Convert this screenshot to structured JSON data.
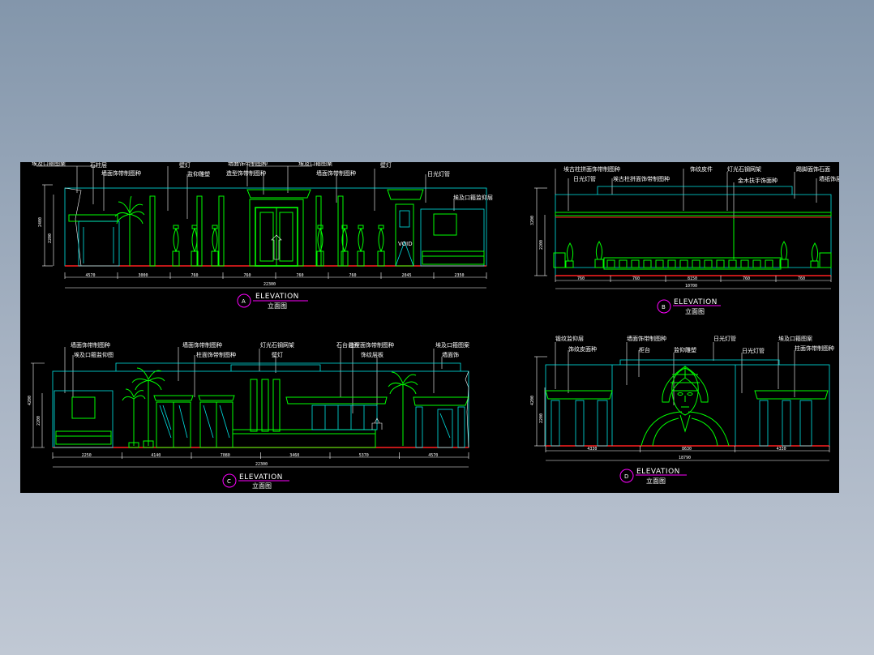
{
  "colors": {
    "background": "#000000",
    "primary_line": "#00ff00",
    "secondary_line": "#00e5e5",
    "annotation": "#ffffff",
    "floor_line": "#ff2020",
    "title_circle": "#ff00ff"
  },
  "panels": {
    "a": {
      "tag": "A",
      "title": "ELEVATION",
      "subtitle": "立面图",
      "labels": [
        "埃及口箍图案",
        "石柱层",
        "墙面饰带制图种",
        "壁灯",
        "监仰雕塑",
        "墙面饰带制图种",
        "造型饰带制图种",
        "埃及口箍图案",
        "墙面饰带制图种",
        "壁灯",
        "日光灯管",
        "埃及口箍监仰层"
      ],
      "dims_top": [
        "4570",
        "3000",
        "760",
        "760",
        "760",
        "760",
        "2045",
        "2350"
      ],
      "dim_total": "22300",
      "void_text": "VOID"
    },
    "b": {
      "tag": "B",
      "title": "ELEVATION",
      "subtitle": "立面图",
      "labels": [
        "埃古柱拼面饰带制图种",
        "日光灯管",
        "埃古柱拼面饰带制图种",
        "饰纹皮件",
        "灯光石钢网架",
        "金木扶手饰面种",
        "踢脚面饰石面",
        "墙纸饰层"
      ],
      "dims_top": [
        "760",
        "760",
        "8150",
        "760",
        "760"
      ],
      "dim_total": "10700"
    },
    "c": {
      "tag": "C",
      "title": "ELEVATION",
      "subtitle": "立面图",
      "labels": [
        "墙面饰带制图种",
        "埃及口箍监仰图",
        "墙面饰带制图种",
        "柱面饰带制图种",
        "灯光石钢网架",
        "壁灯",
        "石台台面",
        "造型面饰带制图种",
        "饰纹层板",
        "埃及口箍图案",
        "墙面饰"
      ],
      "dims_top": [
        "2250",
        "4140",
        "7080",
        "3460",
        "5370",
        "4570"
      ],
      "dim_total": "22300"
    },
    "d": {
      "tag": "D",
      "title": "ELEVATION",
      "subtitle": "立面图",
      "labels": [
        "锻纹监仰层",
        "饰纹皮面种",
        "墙面饰带制图种",
        "柜台",
        "监仰雕塑",
        "日光灯管",
        "日光灯管",
        "埃及口箍图案",
        "柱面饰带制图种"
      ],
      "dims_top": [
        "4330",
        "8630",
        "4330"
      ],
      "dim_total": "18790"
    }
  }
}
